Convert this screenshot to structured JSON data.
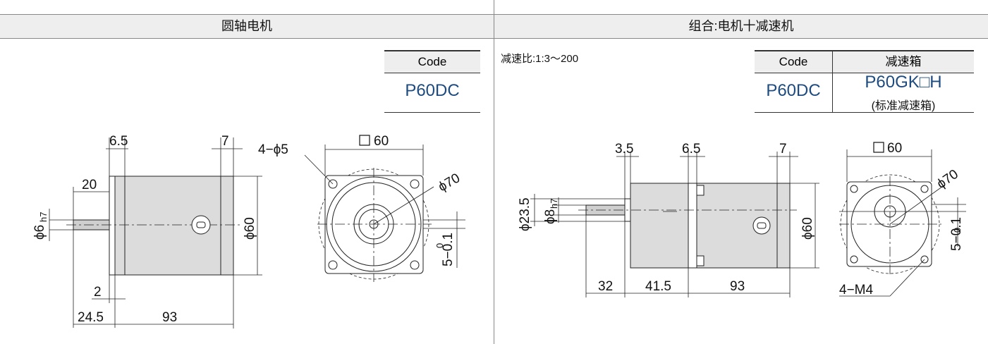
{
  "left_panel": {
    "title": "圆轴电机",
    "code_header": "Code",
    "code_value": "P60DC",
    "dims": {
      "d_6_5": "6.5",
      "d_7": "7",
      "d_20": "20",
      "d_phi6": "ϕ6",
      "d_h7": "h7",
      "d_2": "2",
      "d_24_5": "24.5",
      "d_93": "93",
      "d_phi60": "ϕ60",
      "d_4phi5": "4−ϕ5",
      "d_sq60": "60",
      "d_phi70": "ϕ70",
      "d_5": "5−0.1",
      "d_0": "0"
    }
  },
  "right_panel": {
    "title": "组合:电机十减速机",
    "ratio_note": "减速比:1:3～200",
    "code_header": "Code",
    "gear_header": "减速箱",
    "code_value": "P60DC",
    "gear_value": "P60GK□H",
    "gear_sub": "(标准减速箱)",
    "dims": {
      "d_3_5": "3.5",
      "d_6_5": "6.5",
      "d_7": "7",
      "d_phi23_5": "ϕ23.5",
      "d_phi8": "ϕ8",
      "d_h7": "h7",
      "d_32": "32",
      "d_41_5": "41.5",
      "d_93": "93",
      "d_phi60": "ϕ60",
      "d_sq60": "60",
      "d_phi70": "ϕ70",
      "d_4m4": "4−M4",
      "d_5": "5−0.1",
      "d_0": "0"
    }
  }
}
